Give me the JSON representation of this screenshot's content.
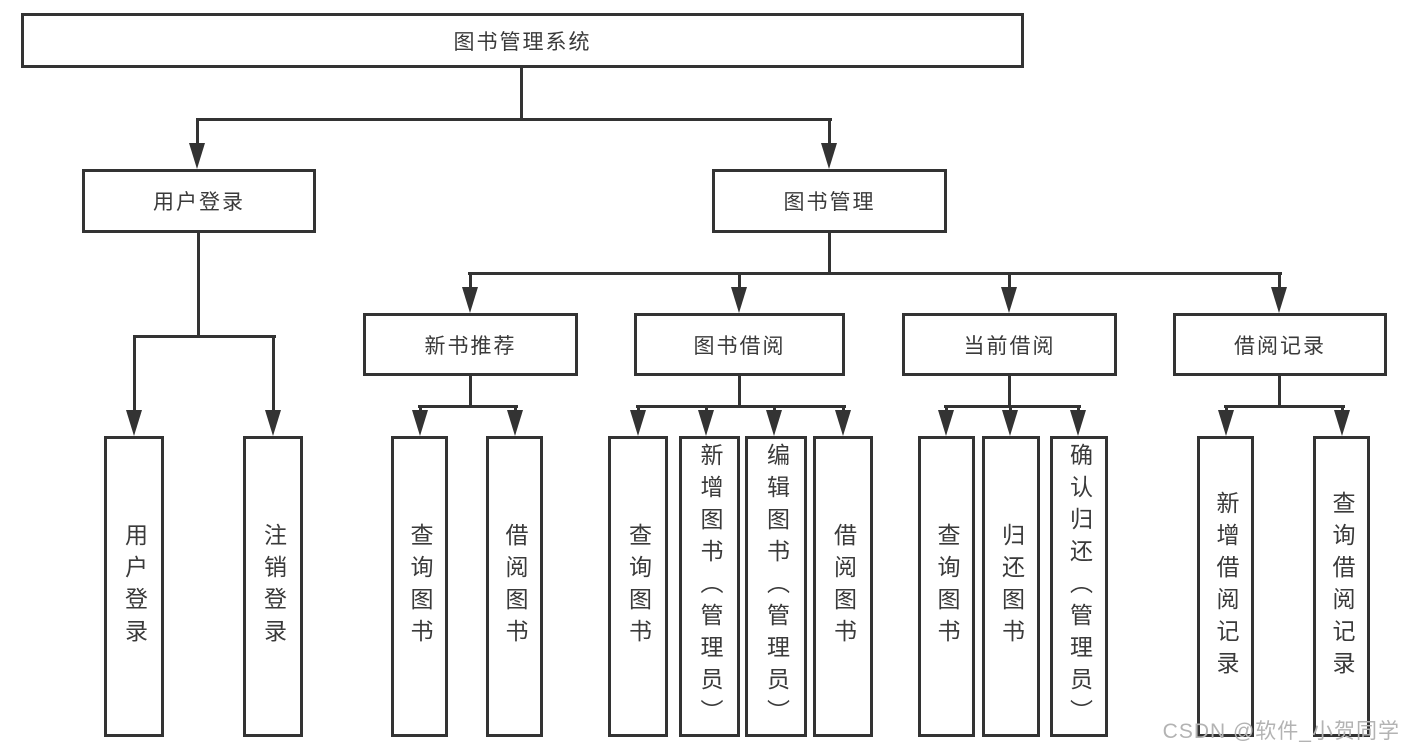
{
  "nodes": {
    "root": "图书管理系统",
    "user_login": "用户登录",
    "book_mgmt": "图书管理",
    "new_book_rec": "新书推荐",
    "book_borrow": "图书借阅",
    "current_borrow": "当前借阅",
    "borrow_record": "借阅记录",
    "ul_login": "用户登录",
    "ul_logout": "注销登录",
    "nb_query": "查询图书",
    "nb_borrow": "借阅图书",
    "bb_query": "查询图书",
    "bb_add": "新增图书（管理员）",
    "bb_edit": "编辑图书（管理员）",
    "bb_borrow": "借阅图书",
    "cb_query": "查询图书",
    "cb_return": "归还图书",
    "cb_confirm": "确认归还（管理员）",
    "br_add": "新增借阅记录",
    "br_query": "查询借阅记录"
  },
  "watermark": "CSDN @软件_小贺同学",
  "colors": {
    "line": "#333333",
    "text": "#3a3a3a",
    "watermark": "#b3b3b3",
    "background": "#ffffff"
  }
}
